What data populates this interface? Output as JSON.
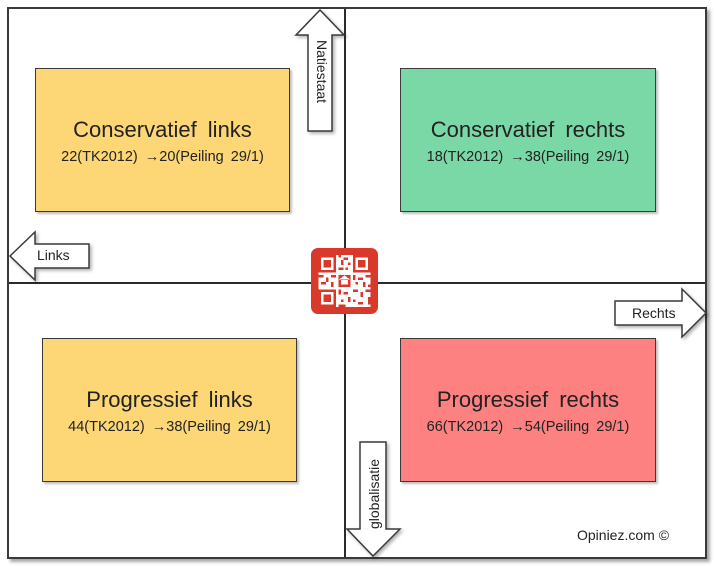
{
  "quadrants": {
    "top_left": {
      "title": "Conservatief  links",
      "stats": "22(TK2012)  →20(Peiling  29/1)",
      "color": "#fdd776"
    },
    "top_right": {
      "title": "Conservatief  rechts",
      "stats": "18(TK2012)  →38(Peiling  29/1)",
      "color": "#7ad7a6"
    },
    "bottom_left": {
      "title": "Progressief  links",
      "stats": "44(TK2012)  →38(Peiling  29/1)",
      "color": "#fdd776"
    },
    "bottom_right": {
      "title": "Progressief  rechts",
      "stats": "66(TK2012)  →54(Peiling  29/1)",
      "color": "#fd8181"
    }
  },
  "axes": {
    "up": "Natiestaat",
    "down": "globalisatie",
    "left": "Links",
    "right": "Rechts"
  },
  "credit": "Opiniez.com  ©",
  "qr_icon": "qr-code-icon"
}
